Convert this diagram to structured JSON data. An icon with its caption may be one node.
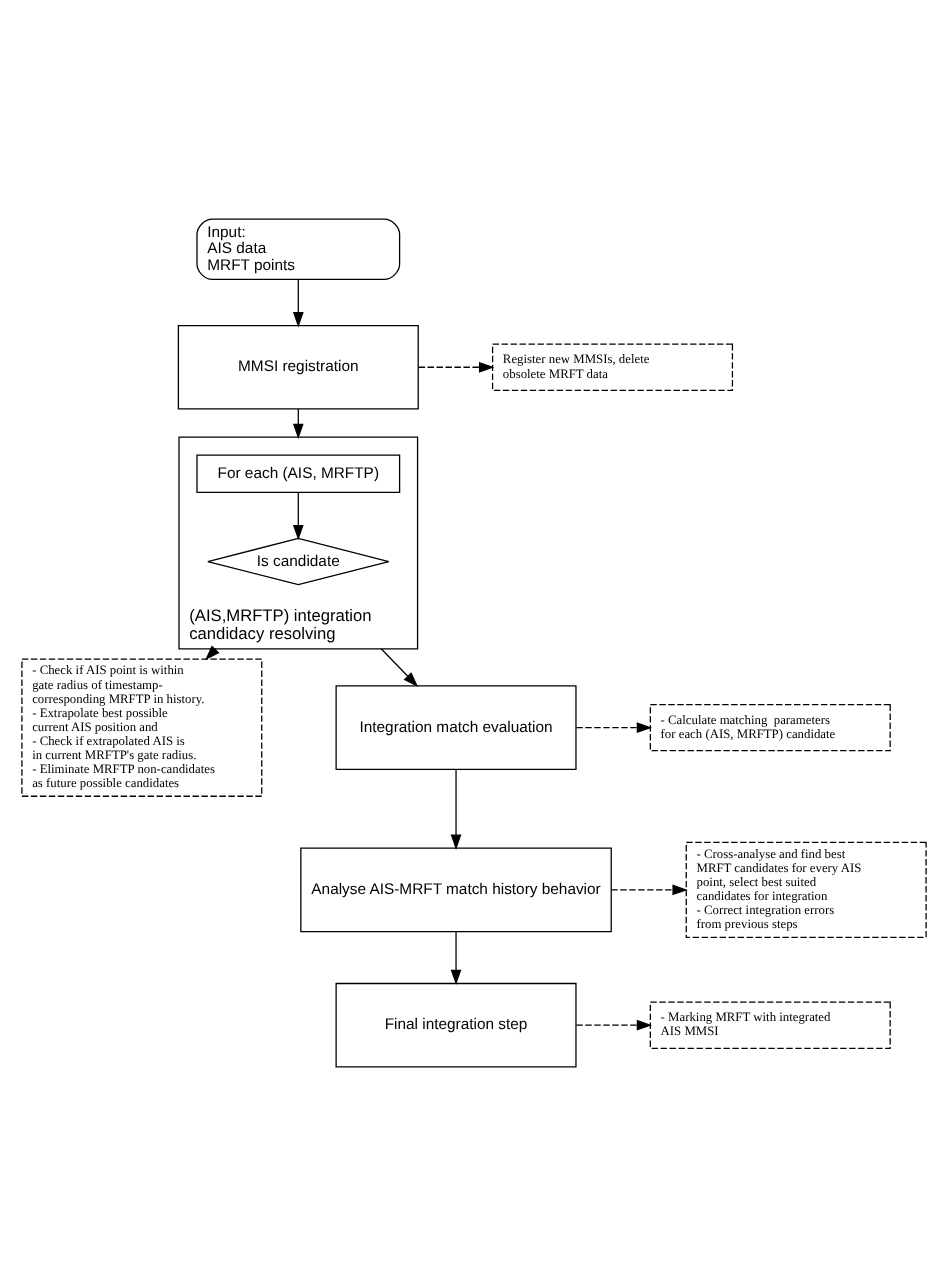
{
  "diagram": {
    "nodes": [
      {
        "text": [
          "Input:",
          "AIS data",
          "MRFT points"
        ]
      },
      {
        "text": [
          "MMSI registration"
        ]
      },
      {
        "text": [
          "Register new MMSIs, delete obsolete MRFT data"
        ]
      },
      {
        "text": [
          "(AIS,MRFTP) integration candidacy resolving"
        ]
      },
      {
        "text": [
          "For each (AIS, MRFTP)"
        ],
        "in": 3
      },
      {
        "text": [
          "Is candidate"
        ],
        "in": 3
      },
      {
        "text": [
          "- Check if AIS point is within gate radius of timestamp-corresponding MRFTP in history.",
          "- Extrapolate best possible current AIS position and",
          "- Check if extrapolated AIS is in current MRFTP's gate radius.",
          "- Eliminate MRFTP non-candidates as future possible candidates"
        ]
      },
      {
        "text": [
          "Integration match evaluation"
        ]
      },
      {
        "text": [
          "- Calculate matching  parameters for each (AIS, MRFTP) candidate"
        ]
      },
      {
        "text": [
          "Analyse AIS-MRFT match history behavior"
        ]
      },
      {
        "text": [
          "- Cross-analyse and find best MRFT candidates for every AIS point, select best suited candidates for integration",
          "- Correct integration errors from previous steps"
        ]
      },
      {
        "text": [
          "Final integration step"
        ]
      },
      {
        "text": [
          "- Marking MRFT with integrated AIS MMSI"
        ]
      }
    ],
    "edges": [
      {
        "from": 0,
        "to": 1,
        "arrow": "to"
      },
      {
        "from": 1,
        "to": 2,
        "arrow": "to",
        "style": "dashed"
      },
      {
        "from": 1,
        "to": 3,
        "arrow": "to"
      },
      {
        "from": 4,
        "to": 5,
        "arrow": "to"
      },
      {
        "from": 3,
        "to": 6,
        "arrow": "to",
        "style": "dashed"
      },
      {
        "from": 3,
        "to": 7,
        "arrow": "to"
      },
      {
        "from": 7,
        "to": 8,
        "arrow": "to",
        "style": "dashed"
      },
      {
        "from": 7,
        "to": 9,
        "arrow": "to"
      },
      {
        "from": 9,
        "to": 10,
        "arrow": "to",
        "style": "dashed"
      },
      {
        "from": 9,
        "to": 11,
        "arrow": "to"
      },
      {
        "from": 11,
        "to": 12,
        "arrow": "to",
        "style": "dashed"
      }
    ]
  }
}
